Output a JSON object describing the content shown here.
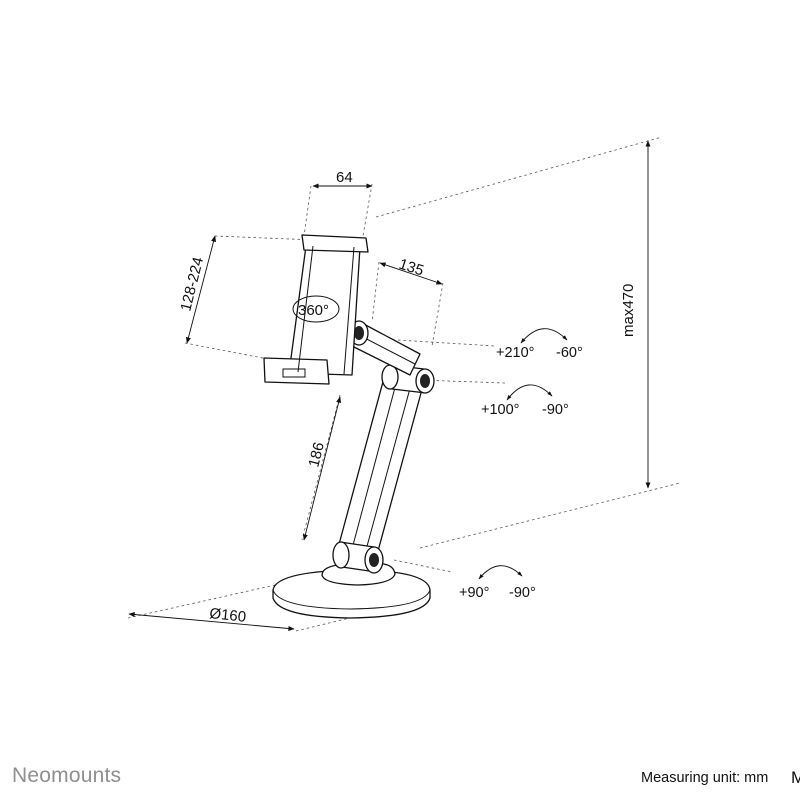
{
  "drawing": {
    "dimensions": {
      "holder_width": "64",
      "holder_height": "128-224",
      "holder_rotation": "360°",
      "upper_arm": "135",
      "lower_arm": "186",
      "base_diameter": "Ø160",
      "max_height": "max470"
    },
    "angles": {
      "top_joint": {
        "positive": "+210°",
        "negative": "-60°"
      },
      "middle_joint": {
        "positive": "+100°",
        "negative": "-90°"
      },
      "base_joint": {
        "positive": "+90°",
        "negative": "-90°"
      }
    }
  },
  "footer": {
    "brand": "Neomounts",
    "unit_label": "Measuring unit: mm",
    "cut_text": "M"
  }
}
